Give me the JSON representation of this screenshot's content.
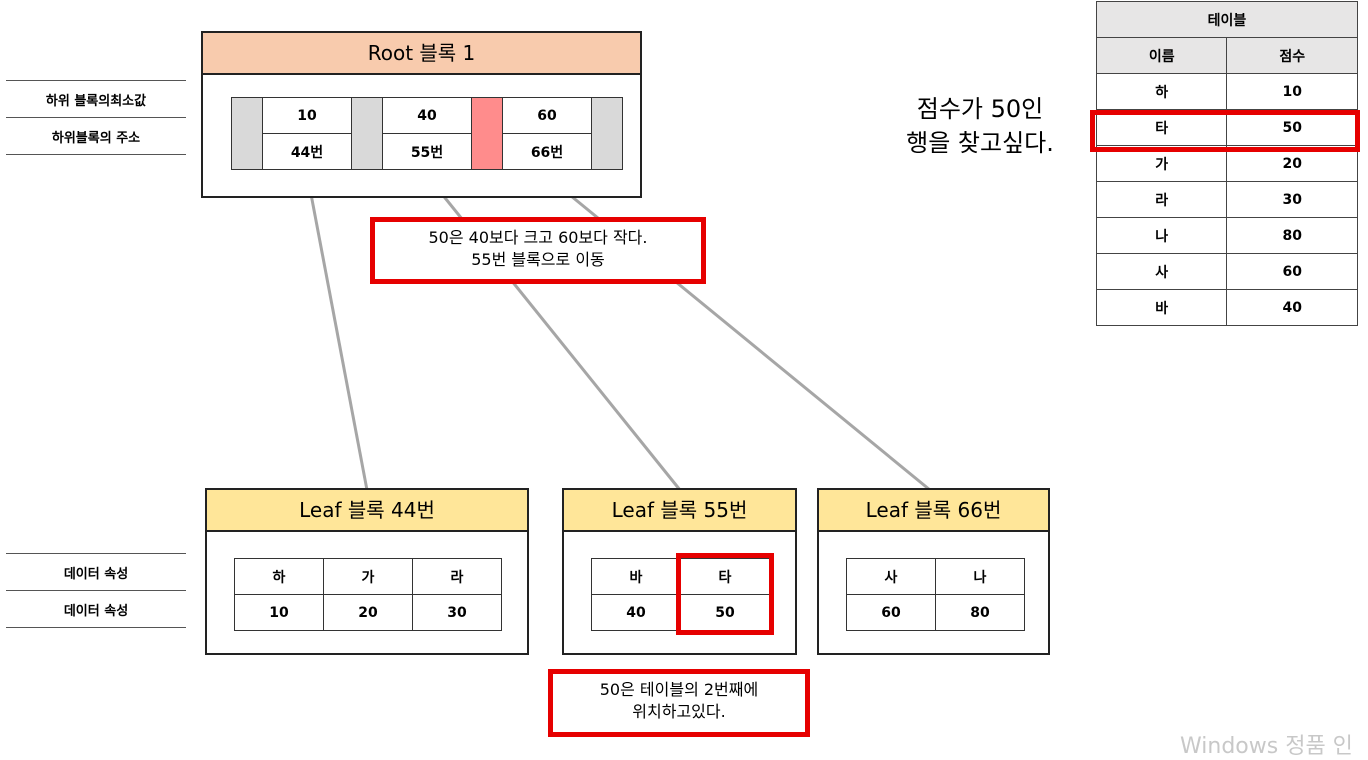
{
  "left_labels_top": [
    "하위 블록의최소값",
    "하위블록의 주소"
  ],
  "left_labels_bottom": [
    "데이터 속성",
    "데이터 속성"
  ],
  "root": {
    "title": "Root 블록 1",
    "keys": [
      "10",
      "40",
      "60"
    ],
    "addresses": [
      "44번",
      "55번",
      "66번"
    ]
  },
  "note_middle": {
    "line1": "50은 40보다 크고 60보다 작다.",
    "line2": "55번 블록으로 이동"
  },
  "note_bottom": {
    "line1": "50은 테이블의 2번째에",
    "line2": "위치하고있다."
  },
  "question": {
    "line1": "점수가 50인",
    "line2": "행을 찾고싶다."
  },
  "leaves": [
    {
      "title": "Leaf 블록 44번",
      "names": [
        "하",
        "가",
        "라"
      ],
      "scores": [
        "10",
        "20",
        "30"
      ]
    },
    {
      "title": "Leaf 블록 55번",
      "names": [
        "바",
        "타"
      ],
      "scores": [
        "40",
        "50"
      ]
    },
    {
      "title": "Leaf 블록 66번",
      "names": [
        "사",
        "나"
      ],
      "scores": [
        "60",
        "80"
      ]
    }
  ],
  "table": {
    "title": "테이블",
    "headers": [
      "이름",
      "점수"
    ],
    "rows": [
      [
        "하",
        "10"
      ],
      [
        "타",
        "50"
      ],
      [
        "가",
        "20"
      ],
      [
        "라",
        "30"
      ],
      [
        "나",
        "80"
      ],
      [
        "사",
        "60"
      ],
      [
        "바",
        "40"
      ]
    ]
  },
  "watermark": "Windows 정품 인",
  "colors": {
    "root_header": "#f8cbad",
    "leaf_header": "#ffe699",
    "highlight": "#e60000",
    "pointer_active": "#ff8c8c",
    "pointer": "#d9d9d9"
  }
}
